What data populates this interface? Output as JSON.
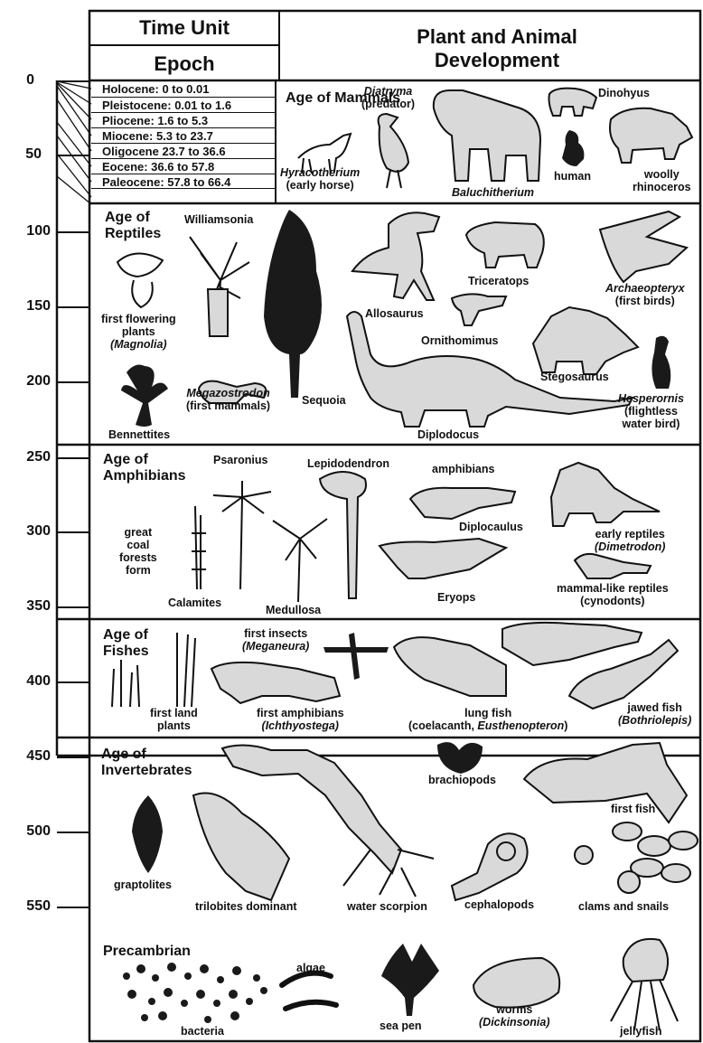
{
  "header": {
    "time_unit": "Time Unit",
    "epoch": "Epoch",
    "development": "Plant and Animal Development"
  },
  "scale": {
    "ticks": [
      "0",
      "50",
      "100",
      "150",
      "200",
      "250",
      "300",
      "350",
      "400",
      "450",
      "500",
      "550"
    ]
  },
  "epochs": [
    "Holocene: 0 to 0.01",
    "Pleistocene: 0.01 to 1.6",
    "Pliocene: 1.6 to 5.3",
    "Miocene: 5.3 to 23.7",
    "Oligocene 23.7 to 36.6",
    "Eocene: 36.6 to 57.8",
    "Paleocene: 57.8 to 66.4"
  ],
  "mammals": {
    "age": "Age of Mammals",
    "diatryma": "Diatryma",
    "diatryma_note": "(predator)",
    "dinohyus": "Dinohyus",
    "hyracotherium": "Hyracotherium",
    "hyracotherium_note": "(early horse)",
    "baluchitherium": "Baluchitherium",
    "human": "human",
    "woolly": "woolly",
    "rhinoceros": "rhinoceros"
  },
  "reptiles": {
    "age": "Age of Reptiles",
    "williamsonia": "Williamsonia",
    "flowering_1": "first flowering",
    "flowering_2": "plants",
    "magnolia": "(Magnolia)",
    "allosaurus": "Allosaurus",
    "triceratops": "Triceratops",
    "archaeopteryx": "Archaeopteryx",
    "first_birds": "(first birds)",
    "ornithomimus": "Ornithomimus",
    "stegosaurus": "Stegosaurus",
    "sequoia": "Sequoia",
    "megazostrodon": "Megazostrodon",
    "first_mammals": "(first mammals)",
    "bennettites": "Bennettites",
    "diplodocus": "Diplodocus",
    "hesperornis": "Hesperornis",
    "flightless_1": "(flightless",
    "flightless_2": "water bird)"
  },
  "amphibians": {
    "age": "Age of Amphibians",
    "psaronius": "Psaronius",
    "lepidodendron": "Lepidodendron",
    "amphibians": "amphibians",
    "diplocaulus": "Diplocaulus",
    "early_reptiles": "early reptiles",
    "dimetrodon": "(Dimetrodon)",
    "forests_1": "great",
    "forests_2": "coal",
    "forests_3": "forests",
    "forests_4": "form",
    "calamites": "Calamites",
    "medullosa": "Medullosa",
    "eryops": "Eryops",
    "mammal_like": "mammal-like reptiles",
    "cynodonts": "(cynodonts)"
  },
  "fishes": {
    "age": "Age of Fishes",
    "insects": "first insects",
    "meganeura": "(Meganeura)",
    "land_plants_1": "first land",
    "land_plants_2": "plants",
    "first_amphibians": "first amphibians",
    "ichthyostega": "(Ichthyostega)",
    "lung_fish": "lung fish",
    "coelacanth_pre": "(coelacanth, ",
    "eusthenopteron": "Eusthenopteron",
    "coelacanth_post": ")",
    "jawed_fish": "jawed fish",
    "bothriolepis": "(Bothriolepis)"
  },
  "invertebrates": {
    "age": "Age of Invertebrates",
    "brachiopods": "brachiopods",
    "first_fish": "first fish",
    "graptolites": "graptolites",
    "trilobites": "trilobites dominant",
    "water_scorpion": "water scorpion",
    "cephalopods": "cephalopods",
    "clams": "clams and snails"
  },
  "precambrian": {
    "title": "Precambrian",
    "algae": "algae",
    "bacteria": "bacteria",
    "sea_pen": "sea pen",
    "worms": "worms",
    "dickinsonia": "(Dickinsonia)",
    "jellyfish": "jellyfish"
  }
}
